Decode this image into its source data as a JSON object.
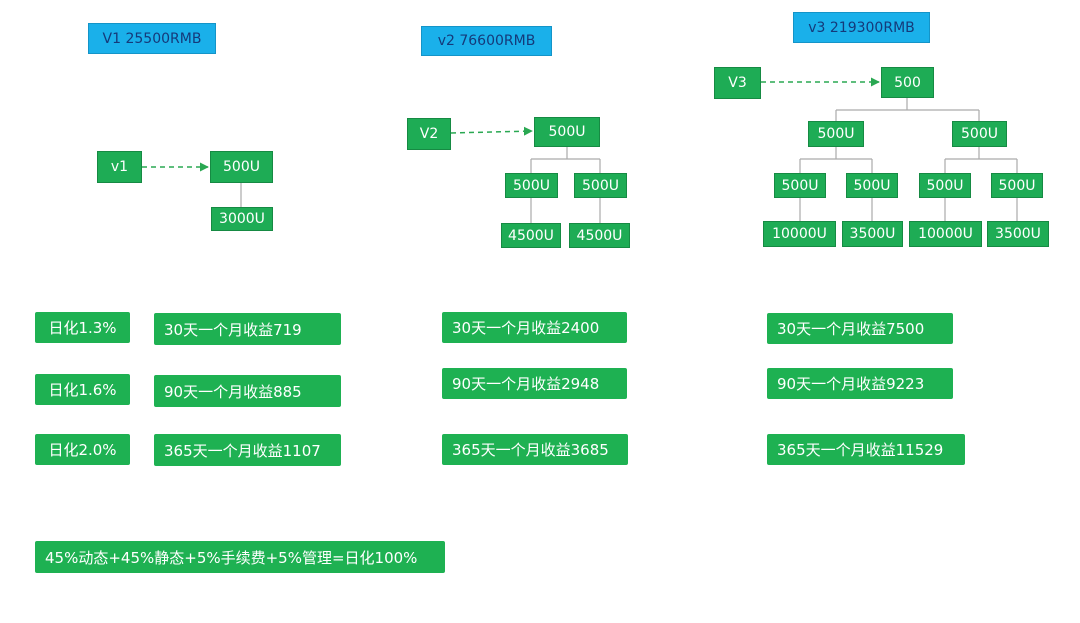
{
  "v1": {
    "title": "V1 25500RMB",
    "start": "v1",
    "root": "500U",
    "child": "3000U",
    "rates": [
      "日化1.3%",
      "日化1.6%",
      "日化2.0%"
    ],
    "income": [
      "30天一个月收益719",
      "90天一个月收益885",
      "365天一个月收益1107"
    ]
  },
  "v2": {
    "title": "v2  76600RMB",
    "start": "V2",
    "root": "500U",
    "level2": [
      "500U",
      "500U"
    ],
    "level3": [
      "4500U",
      "4500U"
    ],
    "income": [
      "30天一个月收益2400",
      "90天一个月收益2948",
      "365天一个月收益3685"
    ]
  },
  "v3": {
    "title": "v3 219300RMB",
    "start": "V3",
    "root": "500",
    "level2": [
      "500U",
      "500U"
    ],
    "level3": [
      "500U",
      "500U",
      "500U",
      "500U"
    ],
    "level4": [
      "10000U",
      "3500U",
      "10000U",
      "3500U"
    ],
    "income": [
      "30天一个月收益7500",
      "90天一个月收益9223",
      "365天一个月收益11529"
    ]
  },
  "formula": "45%动态+45%静态+5%手续费+5%管理=日化100%",
  "colors": {
    "title_bg": "#1ab0ea",
    "title_text": "#153a7a",
    "node_bg": "#1eac55",
    "info_bg": "#1eb152",
    "connector": "#aaaaaa",
    "arrow": "#2aa852"
  }
}
